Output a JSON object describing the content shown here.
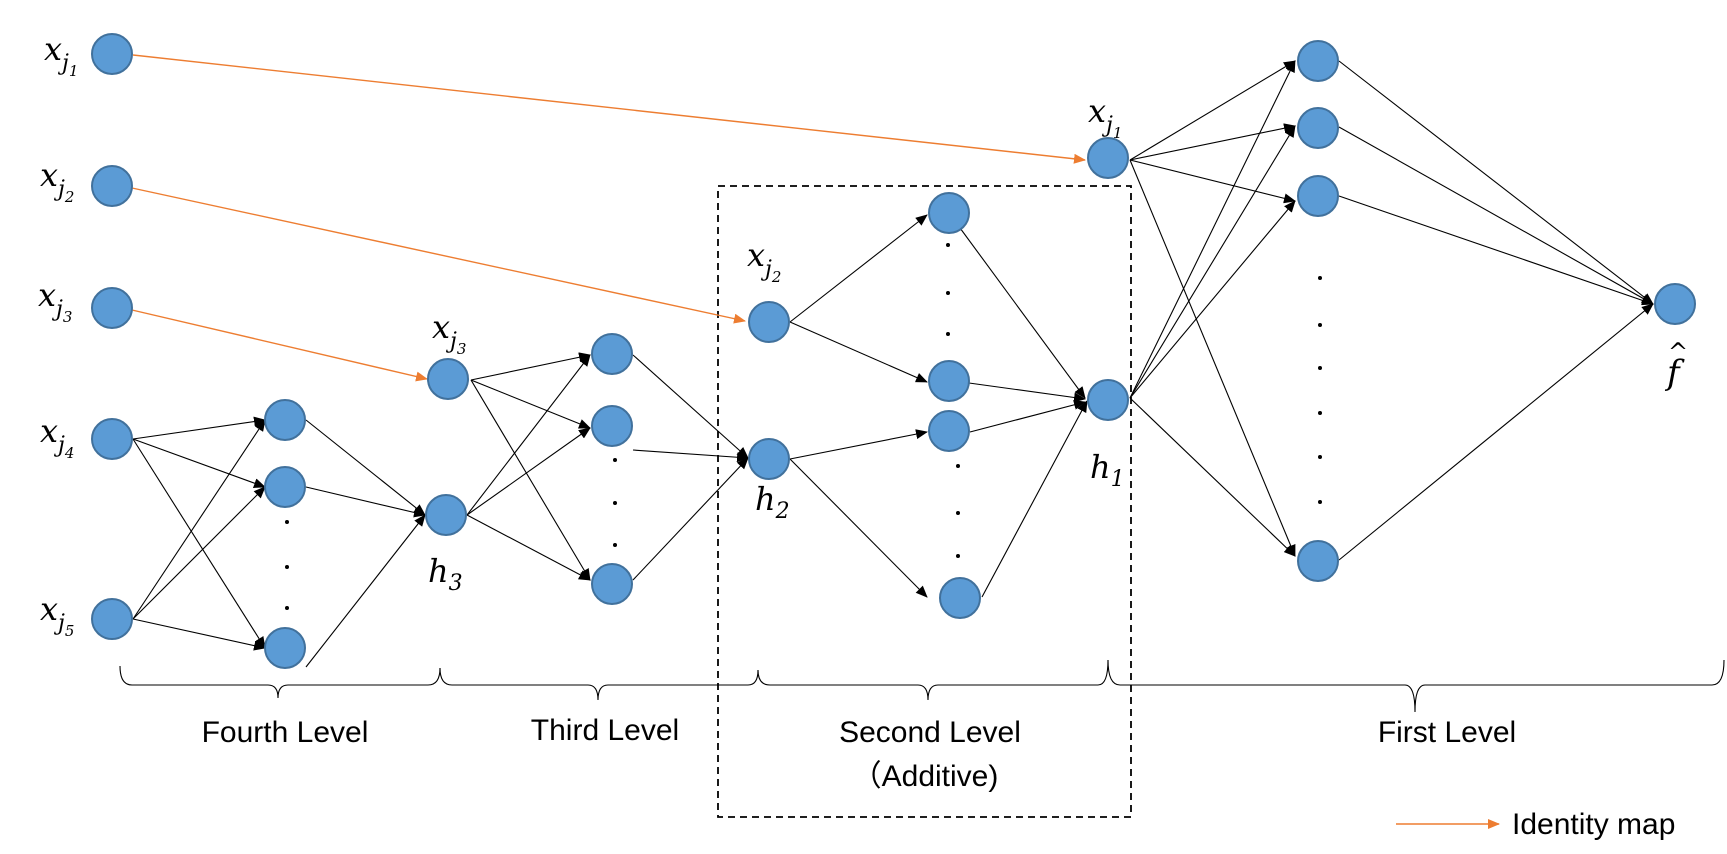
{
  "nodes": {
    "xj1_in": {
      "var": "x",
      "sub": "j",
      "subsub": "1"
    },
    "xj2_in": {
      "var": "x",
      "sub": "j",
      "subsub": "2"
    },
    "xj3_in": {
      "var": "x",
      "sub": "j",
      "subsub": "3"
    },
    "xj4_in": {
      "var": "x",
      "sub": "j",
      "subsub": "4"
    },
    "xj5_in": {
      "var": "x",
      "sub": "j",
      "subsub": "5"
    },
    "xj3_mid": {
      "var": "x",
      "sub": "j",
      "subsub": "3"
    },
    "xj2_mid": {
      "var": "x",
      "sub": "j",
      "subsub": "2"
    },
    "xj1_mid": {
      "var": "x",
      "sub": "j",
      "subsub": "1"
    },
    "h3": {
      "var": "h",
      "sub": "3"
    },
    "h2": {
      "var": "h",
      "sub": "2"
    },
    "h1": {
      "var": "h",
      "sub": "1"
    },
    "output": {
      "var": "f",
      "hat": "^"
    }
  },
  "levels": {
    "fourth": "Fourth Level",
    "third": "Third Level",
    "second_line1": "Second Level",
    "second_line2": "（Additive)",
    "first": "First Level"
  },
  "legend": {
    "identity_map": "Identity map"
  },
  "colors": {
    "node_fill": "#5B9BD5",
    "node_stroke": "#41719C",
    "identity_arrow": "#ED7D31",
    "edge": "#000000"
  }
}
